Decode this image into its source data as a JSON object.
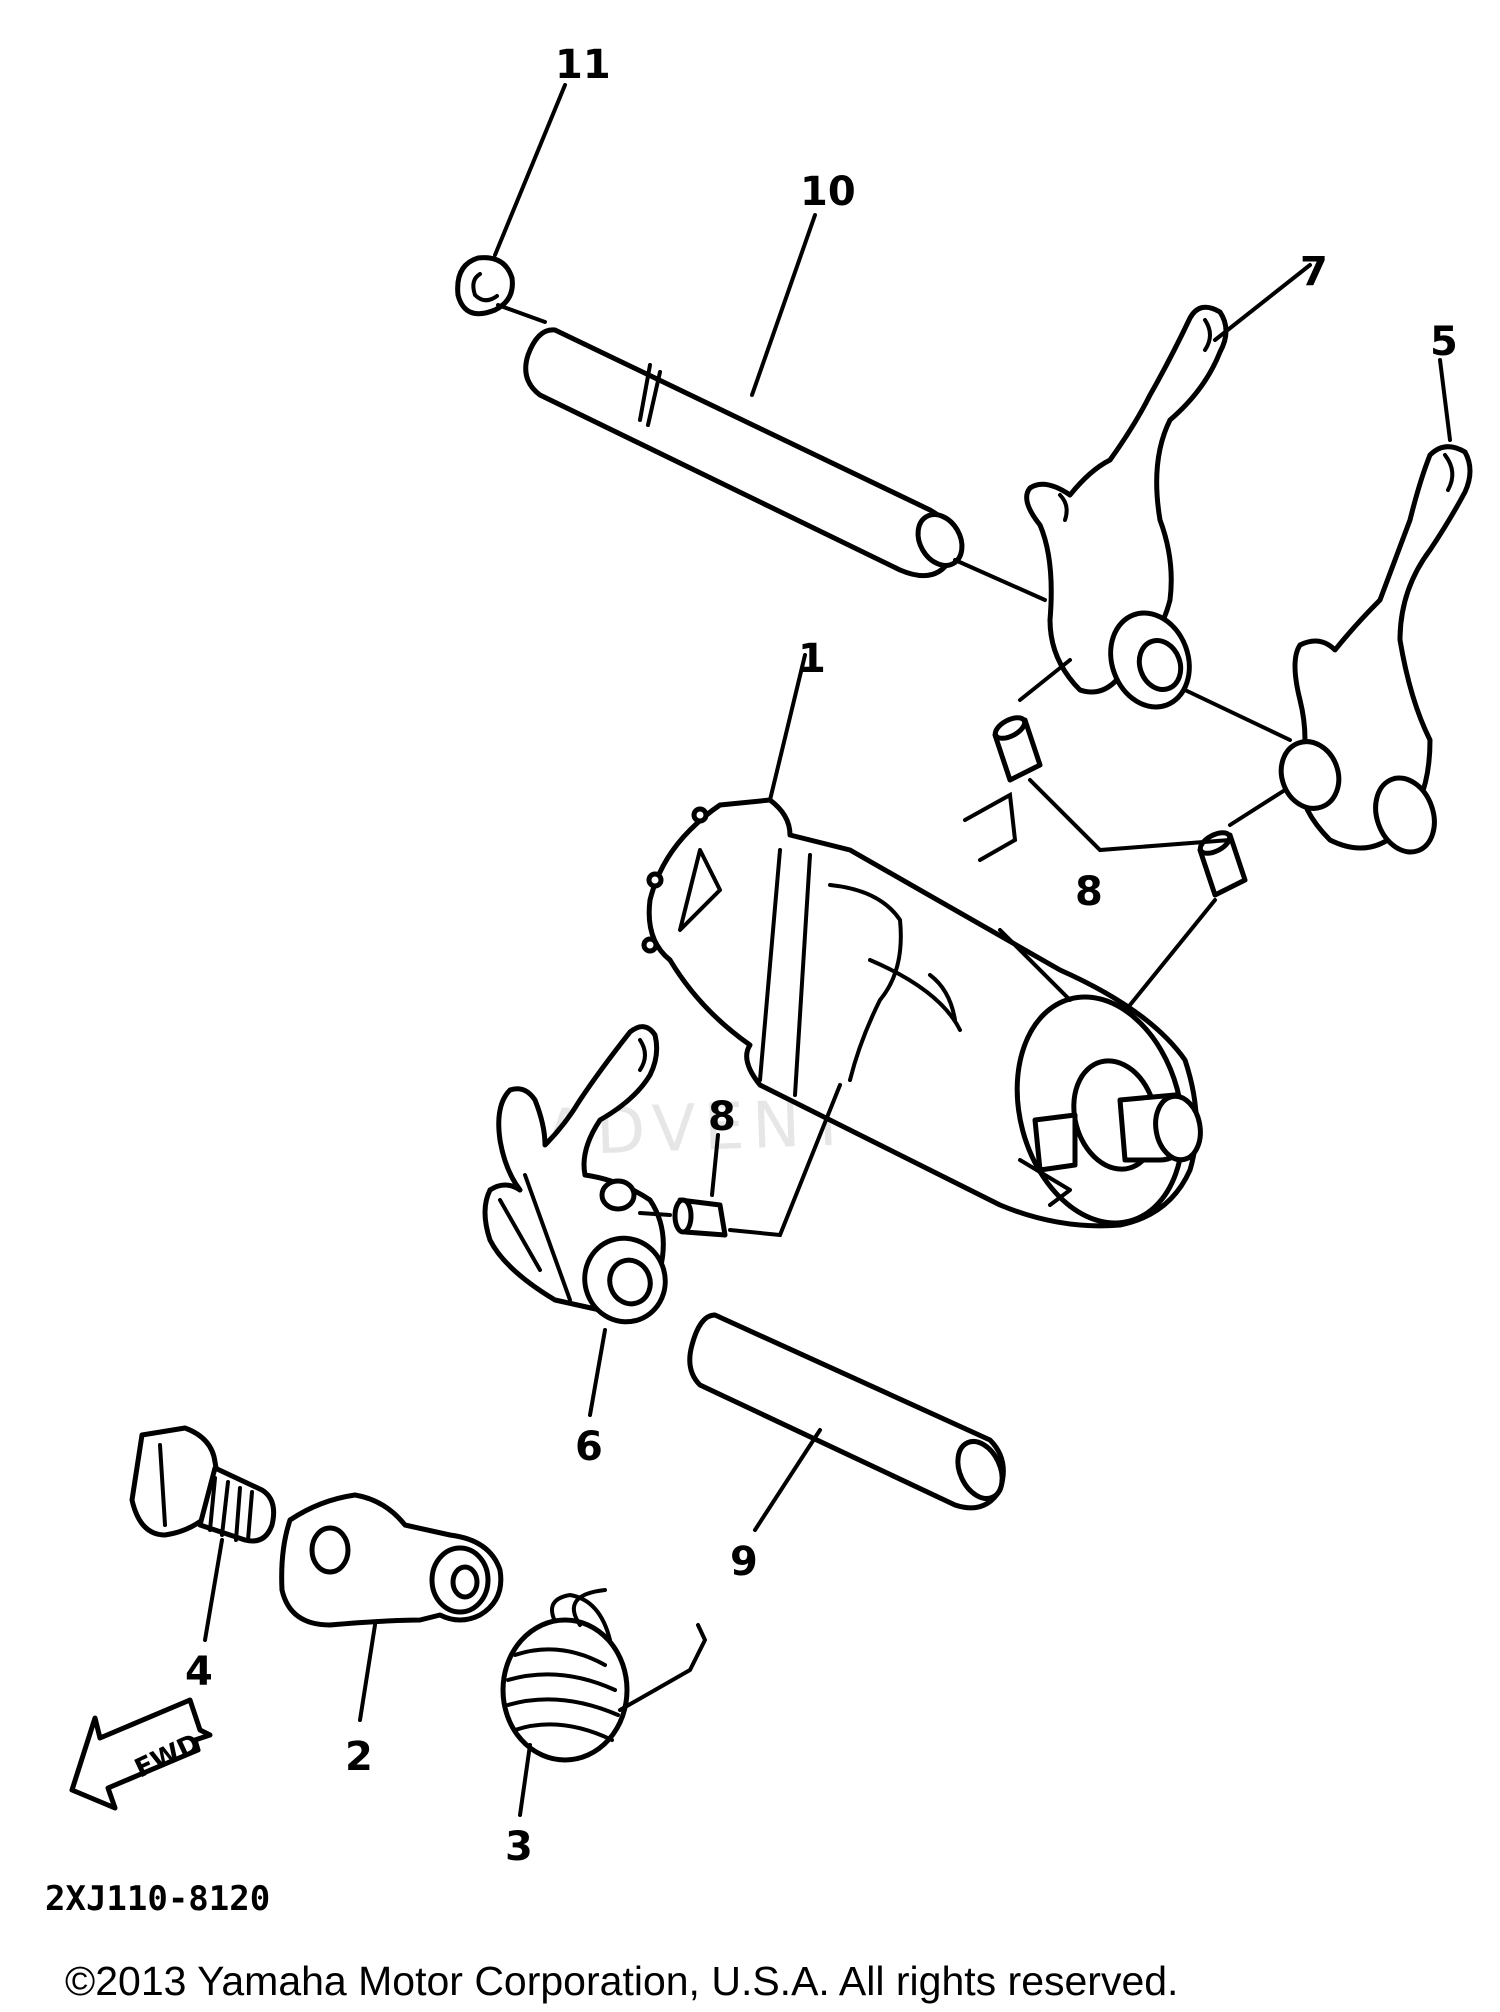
{
  "diagram": {
    "diagram_code": "2XJ110-8120",
    "copyright": "©2013 Yamaha Motor Corporation, U.S.A. All rights reserved.",
    "watermark": "ADVENTURE",
    "direction_arrow_label": "FWD",
    "callouts": {
      "part_1": "1",
      "part_2": "2",
      "part_3": "3",
      "part_4": "4",
      "part_5": "5",
      "part_6": "6",
      "part_7": "7",
      "part_8_pair": "8",
      "part_8_single": "8",
      "part_9": "9",
      "part_10": "10",
      "part_11": "11"
    }
  }
}
